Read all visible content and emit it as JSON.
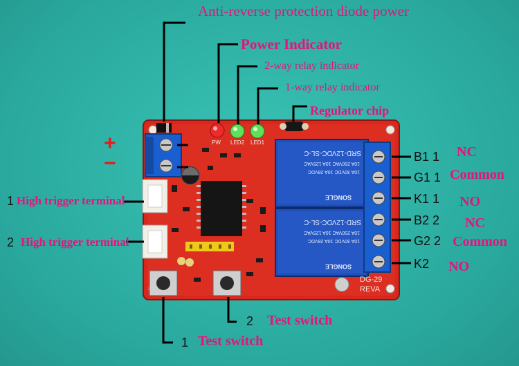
{
  "labels": {
    "anti_reverse": "Anti-reverse protection diode power",
    "power_indicator": "Power Indicator",
    "relay2_indicator": "2-way relay indicator",
    "relay1_indicator": "1-way relay indicator",
    "regulator_chip": "Regulator chip",
    "plus": "+",
    "minus": "−",
    "trigger1_num": "1",
    "trigger1_text": "High trigger terminal",
    "trigger2_num": "2",
    "trigger2_text": "High trigger terminal",
    "test2_num": "2",
    "test2_text": "Test switch",
    "test1_num": "1",
    "test1_text": "Test switch"
  },
  "terminals_right": [
    {
      "pin": "B1 1",
      "role": "NC"
    },
    {
      "pin": "G1 1",
      "role": "Common"
    },
    {
      "pin": "K1 1",
      "role": "NO"
    },
    {
      "pin": "B2 2",
      "role": "NC"
    },
    {
      "pin": "G2 2",
      "role": "Common"
    },
    {
      "pin": "K2",
      "role": "NO"
    }
  ],
  "board": {
    "silk_pw": "PW",
    "silk_led2": "LED2",
    "silk_led1": "LED1",
    "model": "DG-29",
    "rev": "REVA",
    "relay_text_1": "SRD-12VDC-SL-C",
    "relay_text_2": "10A 250VAC 10A 125VAC",
    "relay_text_3": "10A 30VDC 10A 28VDC",
    "relay_brand": "SONGLE"
  },
  "colors": {
    "background": "#2fb7ab",
    "label_pink": "#e8117e",
    "pcb_red": "#d8281e",
    "relay_blue": "#1f4fb8",
    "terminal_blue": "#1a5fcf"
  }
}
